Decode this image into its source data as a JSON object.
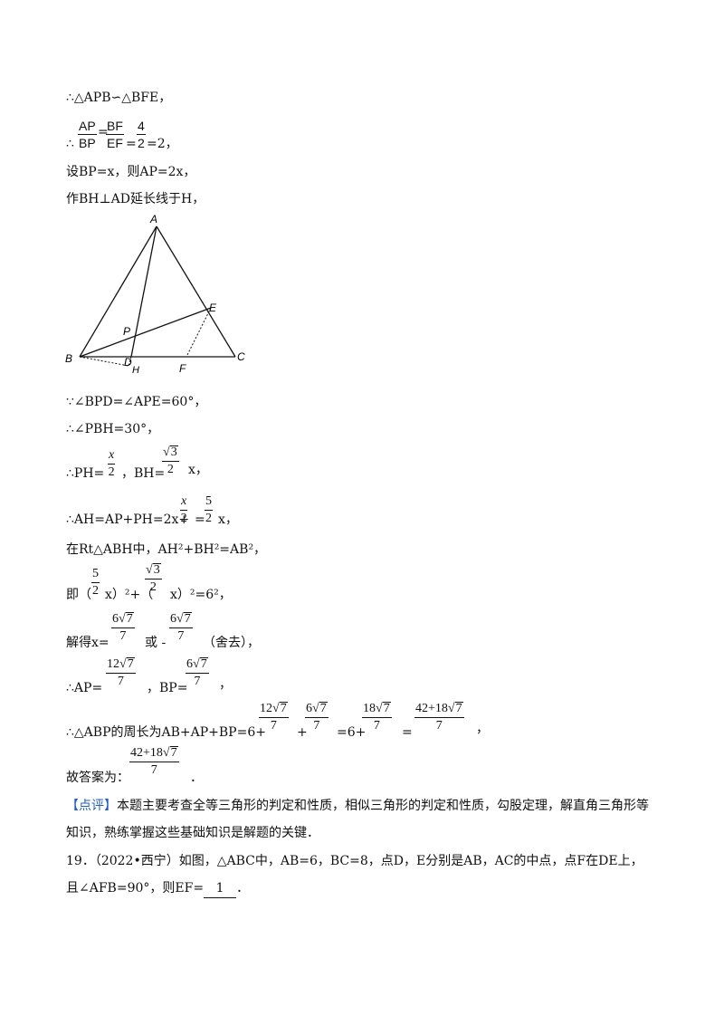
{
  "lines": {
    "l1": "∴△APB∽△BFE，",
    "l2_prefix": "∴",
    "l2_f1_num": "AP",
    "l2_f1_den": "BP",
    "l2_f2_num": "BF",
    "l2_f2_den": "EF",
    "l2_f3_num": "4",
    "l2_f3_den": "2",
    "l2_tail": "=2，",
    "l3": "设BP=x，则AP=2x，",
    "l4": "作BH⊥AD延长线于H，",
    "l5": "∵∠BPD=∠APE=60°，",
    "l6": "∴∠PBH=30°，",
    "l7_a": "∴PH=",
    "l7_f1_num": "x",
    "l7_f1_den": "2",
    "l7_b": "，BH=",
    "l7_f2_num": "3",
    "l7_f2_den": "2",
    "l7_c": "x，",
    "l8_a": "∴AH=AP+PH=2x+",
    "l8_f1_num": "x",
    "l8_f1_den": "2",
    "l8_eq": "=",
    "l8_f2_num": "5",
    "l8_f2_den": "2",
    "l8_c": "x，",
    "l9": "在Rt△ABH中，AH²+BH²=AB²，",
    "l10_a": "即（",
    "l10_f1_num": "5",
    "l10_f1_den": "2",
    "l10_b": "x）²+（",
    "l10_f2_num": "3",
    "l10_f2_den": "2",
    "l10_c": "x）²=6²，",
    "l11_a": "解得x=",
    "l11_f1_num": "6",
    "l11_f1_rad": "7",
    "l11_f1_den": "7",
    "l11_b": "或 -",
    "l11_f2_num": "6",
    "l11_f2_rad": "7",
    "l11_f2_den": "7",
    "l11_c": "（舍去），",
    "l12_a": "∴AP=",
    "l12_f1_num": "12",
    "l12_f1_rad": "7",
    "l12_f1_den": "7",
    "l12_b": "，BP=",
    "l12_f2_num": "6",
    "l12_f2_rad": "7",
    "l12_f2_den": "7",
    "l12_c": "，",
    "l13_a": "∴△ABP的周长为AB+AP+BP=6+",
    "l13_f1_num": "12",
    "l13_f1_rad": "7",
    "l13_f1_den": "7",
    "l13_plus": "+",
    "l13_f2_num": "6",
    "l13_f2_rad": "7",
    "l13_f2_den": "7",
    "l13_b": "=6+",
    "l13_f3_num": "18",
    "l13_f3_rad": "7",
    "l13_f3_den": "7",
    "l13_eq": "=",
    "l13_f4_num": "42+18",
    "l13_f4_rad": "7",
    "l13_f4_den": "7",
    "l13_c": "，",
    "l14_a": "故答案为：",
    "l14_f1_num": "42+18",
    "l14_f1_rad": "7",
    "l14_f1_den": "7",
    "l14_b": "．",
    "comment_tag": "【点评】",
    "comment_1": "本题主要考查全等三角形的判定和性质，相似三角形的判定和性质，勾股定理，解直角三角形等",
    "comment_2": "知识，熟练掌握这些基础知识是解题的关键．",
    "q19_1": "19．（2022•西宁）如图，△ABC中，AB=6，BC=8，点D，E分别是AB，AC的中点，点F在DE上，",
    "q19_2a": "且∠AFB=90°，则EF=",
    "q19_answer": "1",
    "q19_2b": "．"
  },
  "figure": {
    "labels": {
      "A": "A",
      "B": "B",
      "C": "C",
      "D": "D",
      "E": "E",
      "F": "F",
      "H": "H",
      "P": "P"
    }
  }
}
